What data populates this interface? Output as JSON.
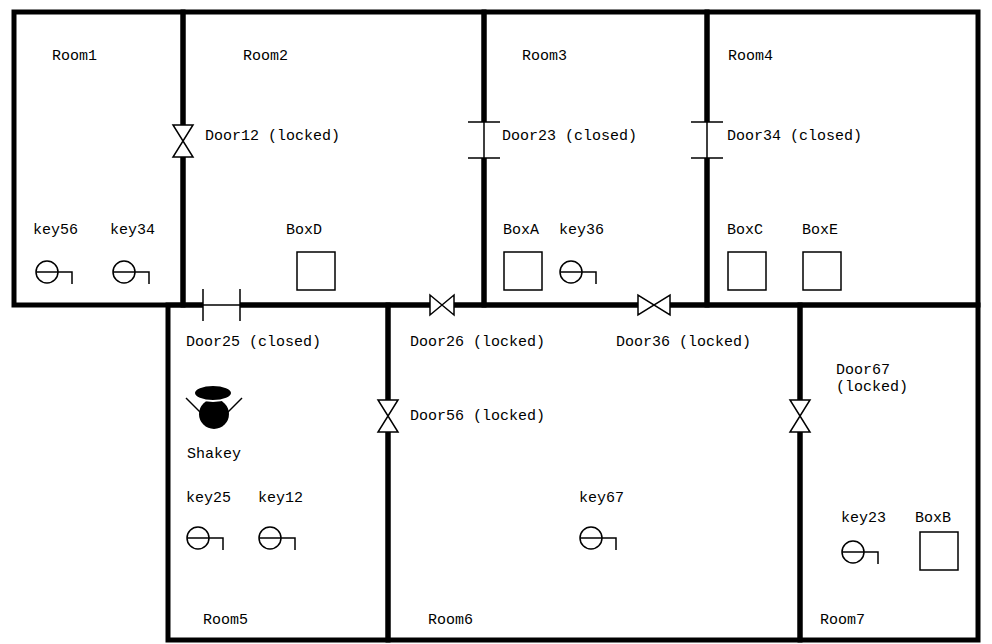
{
  "diagram": {
    "nodes": [
      {
        "text": [
          "Room1"
        ]
      },
      {
        "text": [
          "key56"
        ],
        "in": 0
      },
      {
        "text": [
          "key34"
        ],
        "in": 0
      },
      {
        "text": [
          "Room2"
        ]
      },
      {
        "text": [
          "BoxD"
        ],
        "in": 3
      },
      {
        "text": [
          "Room3"
        ]
      },
      {
        "text": [
          "BoxA"
        ],
        "in": 5
      },
      {
        "text": [
          "key36"
        ],
        "in": 5
      },
      {
        "text": [
          "Room4"
        ]
      },
      {
        "text": [
          "BoxC"
        ],
        "in": 8
      },
      {
        "text": [
          "BoxE"
        ],
        "in": 8
      },
      {
        "text": [
          "Room5"
        ]
      },
      {
        "text": [
          "key25"
        ],
        "in": 11
      },
      {
        "text": [
          "key12"
        ],
        "in": 11
      },
      {
        "text": [
          "Room6"
        ]
      },
      {
        "text": [
          "key67"
        ],
        "in": 14
      },
      {
        "text": [
          "Room7"
        ]
      },
      {
        "text": [
          "key23"
        ],
        "in": 16
      },
      {
        "text": [
          "BoxB"
        ],
        "in": 16
      }
    ],
    "labels": [
      "Door12 (locked)",
      "Door23 (closed)",
      "Door34 (closed)",
      "Door25 (closed)",
      "Door26 (locked)",
      "Door36 (locked)",
      "Door56 (locked)",
      "Door67 (locked)",
      "Shakey"
    ]
  }
}
